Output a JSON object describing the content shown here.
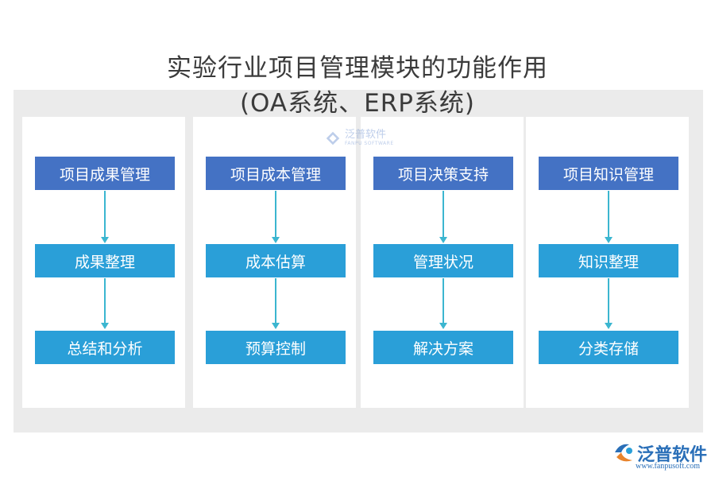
{
  "title_line1": "实验行业项目管理模块的功能作用",
  "title_line2": "(OA系统、ERP系统)",
  "columns": [
    {
      "head": "项目成果管理",
      "mid": "成果整理",
      "low": "总结和分析"
    },
    {
      "head": "项目成本管理",
      "mid": "成本估算",
      "low": "预算控制"
    },
    {
      "head": "项目决策支持",
      "mid": "管理状况",
      "low": "解决方案"
    },
    {
      "head": "项目知识管理",
      "mid": "知识整理",
      "low": "分类存储"
    }
  ],
  "watermark": {
    "name": "泛普软件",
    "sub": "FANPU SOFTWARE"
  },
  "logo": {
    "name": "泛普软件",
    "url": "www.fanpusoft.com"
  },
  "colors": {
    "head_box": "#4472c4",
    "sub_box": "#2a9fd8",
    "arrow": "#3bb6d0",
    "panel": "#ebebeb"
  }
}
